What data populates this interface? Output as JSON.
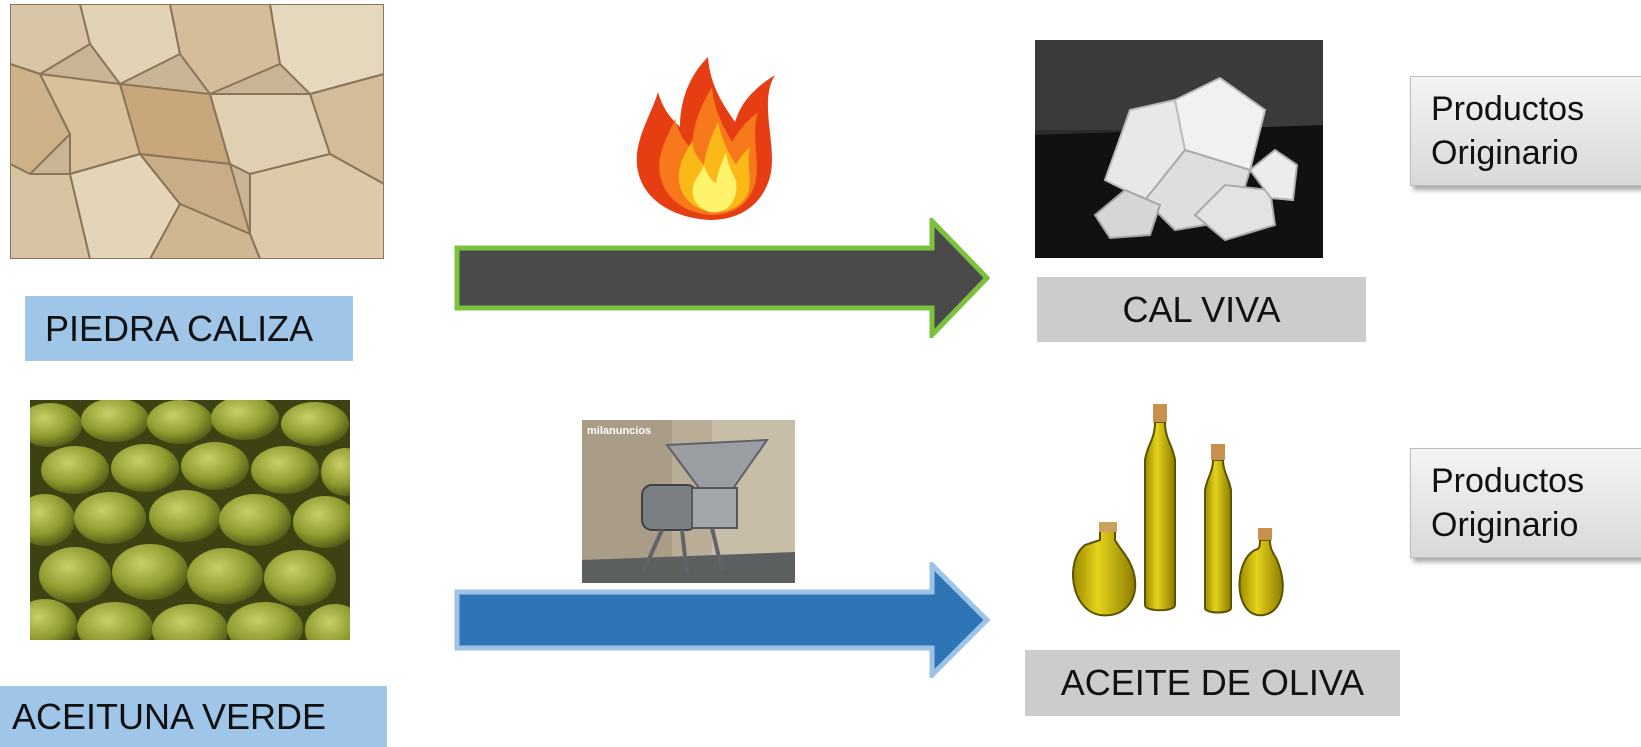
{
  "row1": {
    "source_label": "PIEDRA CALIZA",
    "result_label": "CAL VIVA",
    "product_line1": "Productos",
    "product_line2": "Originario"
  },
  "row2": {
    "source_label": "ACEITUNA VERDE",
    "result_label": "ACEITE DE OLIVA",
    "product_line1": "Productos",
    "product_line2": "Originario",
    "machine_watermark": "milanuncios"
  },
  "colors": {
    "label_blue": "#9fc5e8",
    "label_gray": "#cccccc",
    "arrow1_fill": "#4a4a4a",
    "arrow1_border": "#7dc23f",
    "arrow2_fill": "#2e75b6",
    "arrow2_border": "#9dc3e6"
  },
  "icons": [
    "limestone-photo",
    "flame-icon",
    "quicklime-photo",
    "olives-photo",
    "grinder-machine-photo",
    "oil-bottles-photo"
  ]
}
